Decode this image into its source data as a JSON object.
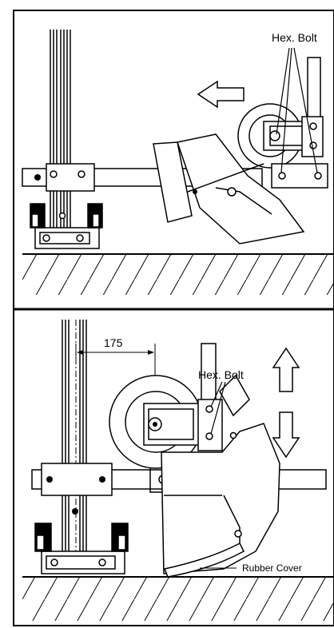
{
  "top_panel": {
    "label": "Hex. Bolt"
  },
  "bottom_panel": {
    "label": "Hex. Bolt",
    "dimension": "175",
    "rubber_cover_label": "Rubber Cover"
  },
  "colors": {
    "line": "#000000",
    "background": "#ffffff"
  }
}
